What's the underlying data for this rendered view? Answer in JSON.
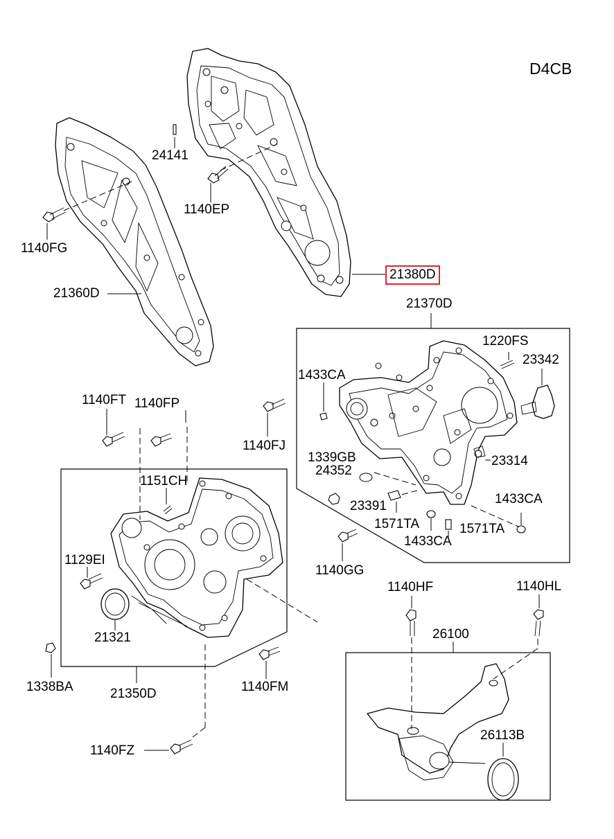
{
  "engine_code": "D4CB",
  "highlighted_part": "21380D",
  "highlight_color": "#e0242a",
  "parts": {
    "p24141": "24141",
    "p1140EP": "1140EP",
    "p1140FG": "1140FG",
    "p21360D": "21360D",
    "p21380D": "21380D",
    "p21370D": "21370D",
    "p1220FS": "1220FS",
    "p23342": "23342",
    "p1433CA_a": "1433CA",
    "p1140FT": "1140FT",
    "p1140FP": "1140FP",
    "p1140FJ": "1140FJ",
    "p1339GB": "1339GB",
    "p24352": "24352",
    "p23314": "23314",
    "p1151CH": "1151CH",
    "p23391": "23391",
    "p1433CA_b": "1433CA",
    "p1571TA_a": "1571TA",
    "p1571TA_b": "1571TA",
    "p1433CA_c": "1433CA",
    "p1129EI": "1129EI",
    "p1140GG": "1140GG",
    "p1140HF": "1140HF",
    "p1140HL": "1140HL",
    "p26100": "26100",
    "p21321": "21321",
    "p1338BA": "1338BA",
    "p21350D": "21350D",
    "p1140FM": "1140FM",
    "p1140FZ": "1140FZ",
    "p26113B": "26113B"
  }
}
